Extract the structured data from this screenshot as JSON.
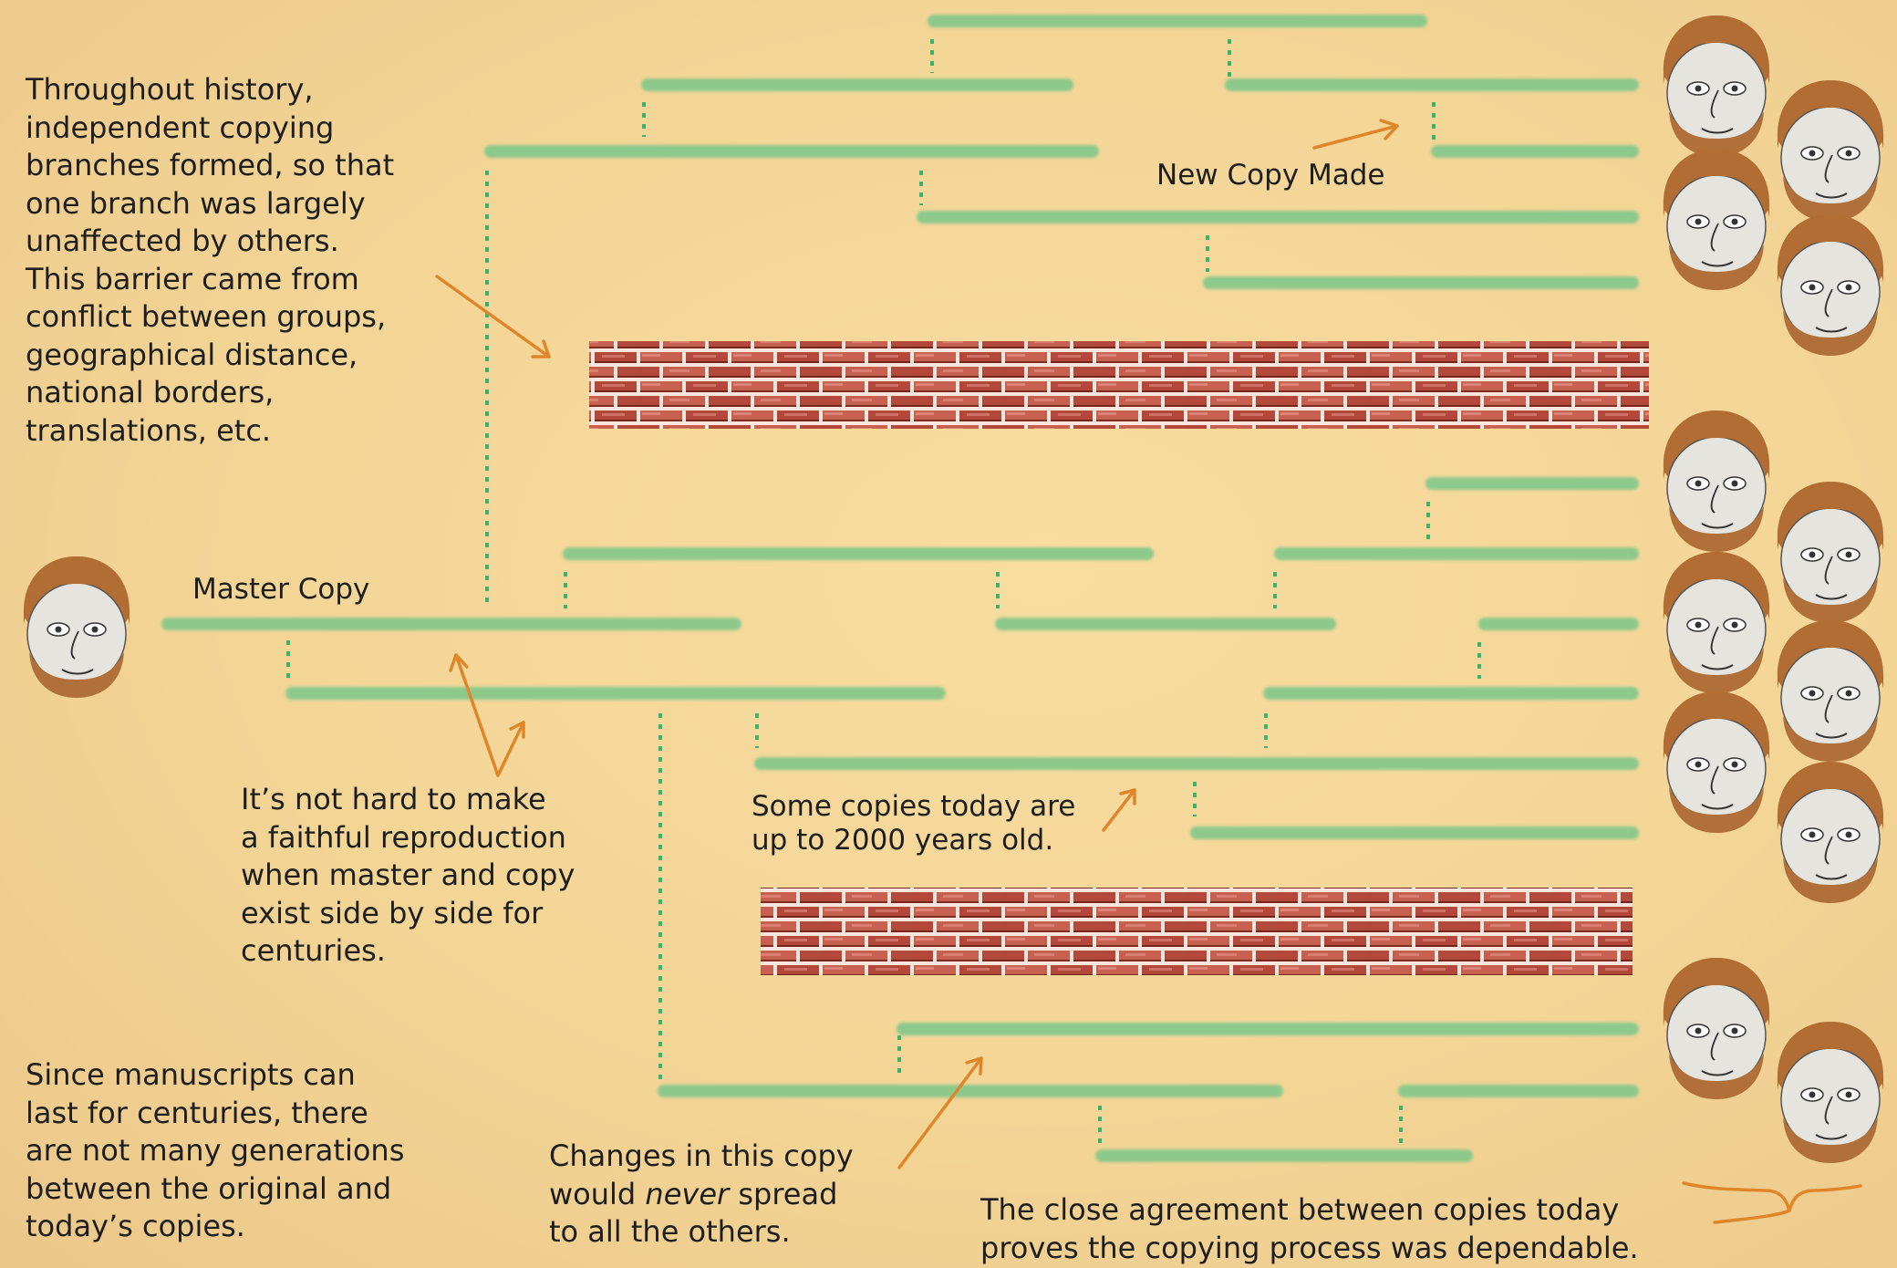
{
  "labels": {
    "master_copy": "Master Copy",
    "new_copy_made": "New Copy Made"
  },
  "notes": {
    "branches": "Throughout history,\nindependent copying\nbranches formed, so that\none branch was largely\nunaffected by others.\nThis barrier came from\nconflict between groups,\ngeographical distance,\nnational borders,\ntranslations, etc.",
    "faithful": "It’s not hard to make\na faithful reproduction\nwhen master and copy\nexist side by side for\ncenturies.",
    "generations": "Since manuscripts can\nlast for centuries, there\nare not many generations\nbetween the original and\ntoday’s copies.",
    "age": "Some copies today are\nup to 2000 years old.",
    "changes_line1": "Changes in this copy",
    "changes_before": "would ",
    "changes_emph": "never",
    "changes_after": " spread",
    "changes_line3": "to all the others.",
    "agreement": "The close agreement between copies today\nproves the copying process was dependable."
  },
  "colors": {
    "background": "#f3d596",
    "copy_line": "#8cc98b",
    "connector": "#3ab36e",
    "arrow": "#e0862a",
    "brick": "#c8604f",
    "mortar": "#fbe5dc",
    "hair": "#b16d34",
    "beard": "#b1703a",
    "skin": "#e6e4df",
    "text": "#1e1e1e"
  }
}
